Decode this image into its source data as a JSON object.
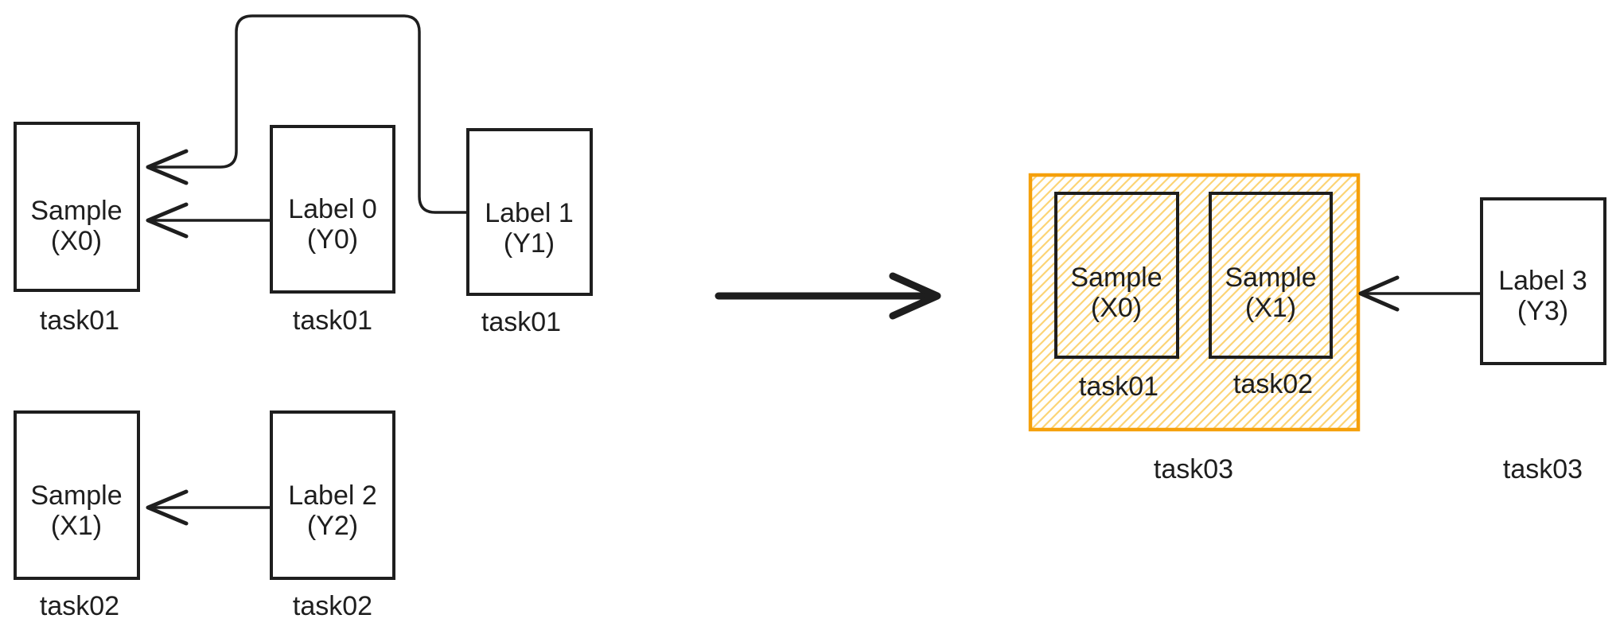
{
  "diagram": {
    "title": "dataset-merge-diagram",
    "colors": {
      "stroke": "#1e1e1e",
      "text": "#1e1e1e",
      "group_border": "#F5A00B",
      "group_hatch": "#FCD476"
    },
    "nodes": {
      "sample_x0_left": {
        "line1": "Sample",
        "line2": "(X0)",
        "caption": "task01"
      },
      "label0": {
        "line1": "Label 0",
        "line2": "(Y0)",
        "caption": "task01"
      },
      "label1": {
        "line1": "Label 1",
        "line2": "(Y1)",
        "caption": "task01"
      },
      "sample_x1_left": {
        "line1": "Sample",
        "line2": "(X1)",
        "caption": "task02"
      },
      "label2": {
        "line1": "Label 2",
        "line2": "(Y2)",
        "caption": "task02"
      },
      "sample_x0_merged": {
        "line1": "Sample",
        "line2": "(X0)",
        "caption": "task01"
      },
      "sample_x1_merged": {
        "line1": "Sample",
        "line2": "(X1)",
        "caption": "task02"
      },
      "merged_group": {
        "caption": "task03"
      },
      "label3": {
        "line1": "Label 3",
        "line2": "(Y3)",
        "caption": "task03"
      }
    }
  }
}
